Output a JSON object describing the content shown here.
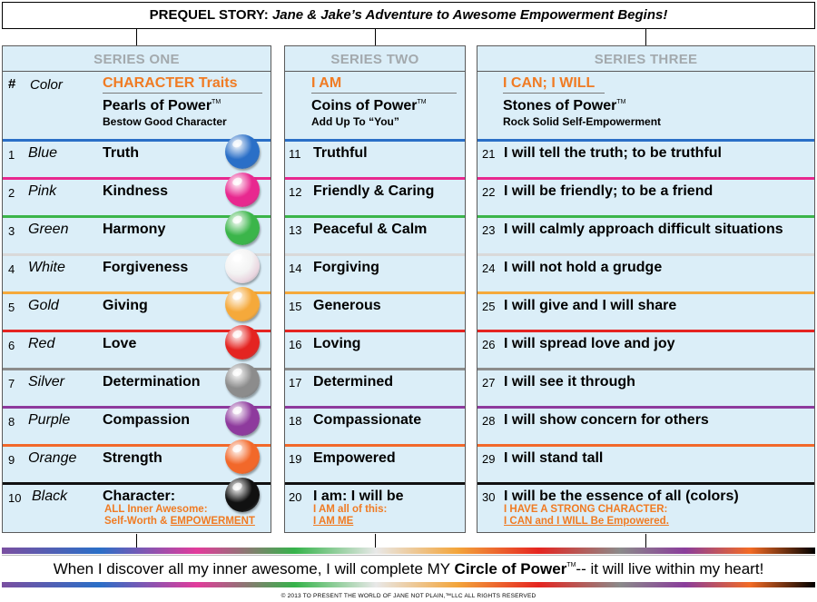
{
  "title": {
    "prefix": "PREQUEL STORY:",
    "italic": "Jane & Jake’s Adventure to Awesome Empowerment Begins!"
  },
  "series_one": {
    "label": "SERIES ONE",
    "hash": "#",
    "color_header": "Color",
    "heading": "CHARACTER Traits",
    "title": "Pearls of Power",
    "tm": "TM",
    "subtitle": "Bestow Good Character",
    "last_sub_1": "ALL Inner Awesome:",
    "last_sub_2a": "Self-Worth & ",
    "last_sub_2b": "EMPOWERMENT"
  },
  "series_two": {
    "label": "SERIES TWO",
    "heading": "I AM",
    "title": "Coins of Power",
    "tm": "TM",
    "subtitle": "Add Up To “You”",
    "last_sub_1": "I AM all of this:",
    "last_sub_2": "I AM ME"
  },
  "series_three": {
    "label": "SERIES THREE",
    "heading": "I CAN; I WILL",
    "title": "Stones of Power",
    "tm": "TM",
    "subtitle": "Rock Solid Self-Empowerment",
    "last_sub_1": "I HAVE A STRONG CHARACTER:",
    "last_sub_2": "I CAN and I WILL Be Empowered."
  },
  "rows": [
    {
      "n1": "1",
      "color": "Blue",
      "trait": "Truth",
      "n2": "11",
      "am": "Truthful",
      "n3": "21",
      "will": "I will tell the truth; to be truthful",
      "hex": "#2a6fc7"
    },
    {
      "n1": "2",
      "color": "Pink",
      "trait": "Kindness",
      "n2": "12",
      "am": "Friendly & Caring",
      "n3": "22",
      "will": "I will be friendly; to be a friend",
      "hex": "#e8288f"
    },
    {
      "n1": "3",
      "color": "Green",
      "trait": "Harmony",
      "n2": "13",
      "am": "Peaceful & Calm",
      "n3": "23",
      "will": "I will calmly approach difficult situations",
      "hex": "#3bb54a"
    },
    {
      "n1": "4",
      "color": "White",
      "trait": "Forgiveness",
      "n2": "14",
      "am": "Forgiving",
      "n3": "24",
      "will": "I will not hold a grudge",
      "hex": "#eeeeee"
    },
    {
      "n1": "5",
      "color": "Gold",
      "trait": "Giving",
      "n2": "15",
      "am": "Generous",
      "n3": "25",
      "will": "I will give and I will share",
      "hex": "#f5a93b"
    },
    {
      "n1": "6",
      "color": "Red",
      "trait": "Love",
      "n2": "16",
      "am": "Loving",
      "n3": "26",
      "will": "I will spread love and joy",
      "hex": "#e42421"
    },
    {
      "n1": "7",
      "color": "Silver",
      "trait": "Determination",
      "n2": "17",
      "am": "Determined",
      "n3": "27",
      "will": "I will see it through",
      "hex": "#8c8c8c"
    },
    {
      "n1": "8",
      "color": "Purple",
      "trait": "Compassion",
      "n2": "18",
      "am": "Compassionate",
      "n3": "28",
      "will": "I will show concern for others",
      "hex": "#8e3a9d"
    },
    {
      "n1": "9",
      "color": "Orange",
      "trait": "Strength",
      "n2": "19",
      "am": "Empowered",
      "n3": "29",
      "will": "I will stand tall",
      "hex": "#f2682a"
    },
    {
      "n1": "10",
      "color": "Black",
      "trait": "Character:",
      "n2": "20",
      "am": "I am: I will be",
      "n3": "30",
      "will": "I will be the essence of all (colors)",
      "hex": "#111111"
    }
  ],
  "footer": {
    "msg_start": "When I discover all my inner awesome, I will complete MY ",
    "msg_bold": "Circle of Power",
    "tm": "TM",
    "msg_end": "-- it will live within my heart!",
    "copyright": "© 2013 TO PRESENT THE WORLD OF JANE NOT PLAIN,™LLC  ALL RIGHTS RESERVED"
  }
}
